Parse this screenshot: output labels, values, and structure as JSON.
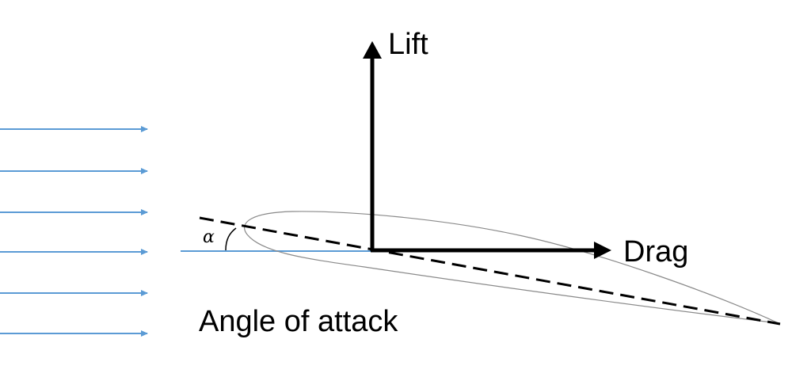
{
  "diagram": {
    "labels": {
      "lift": "Lift",
      "drag": "Drag",
      "alpha": "α",
      "caption": "Angle of attack"
    },
    "airflow": {
      "arrow_count": 6
    },
    "colors": {
      "airflow": "#5b9bd5",
      "force_vectors": "#000000",
      "chord_line": "#000000",
      "airfoil_outline": "#888888",
      "background": "#ffffff"
    }
  }
}
